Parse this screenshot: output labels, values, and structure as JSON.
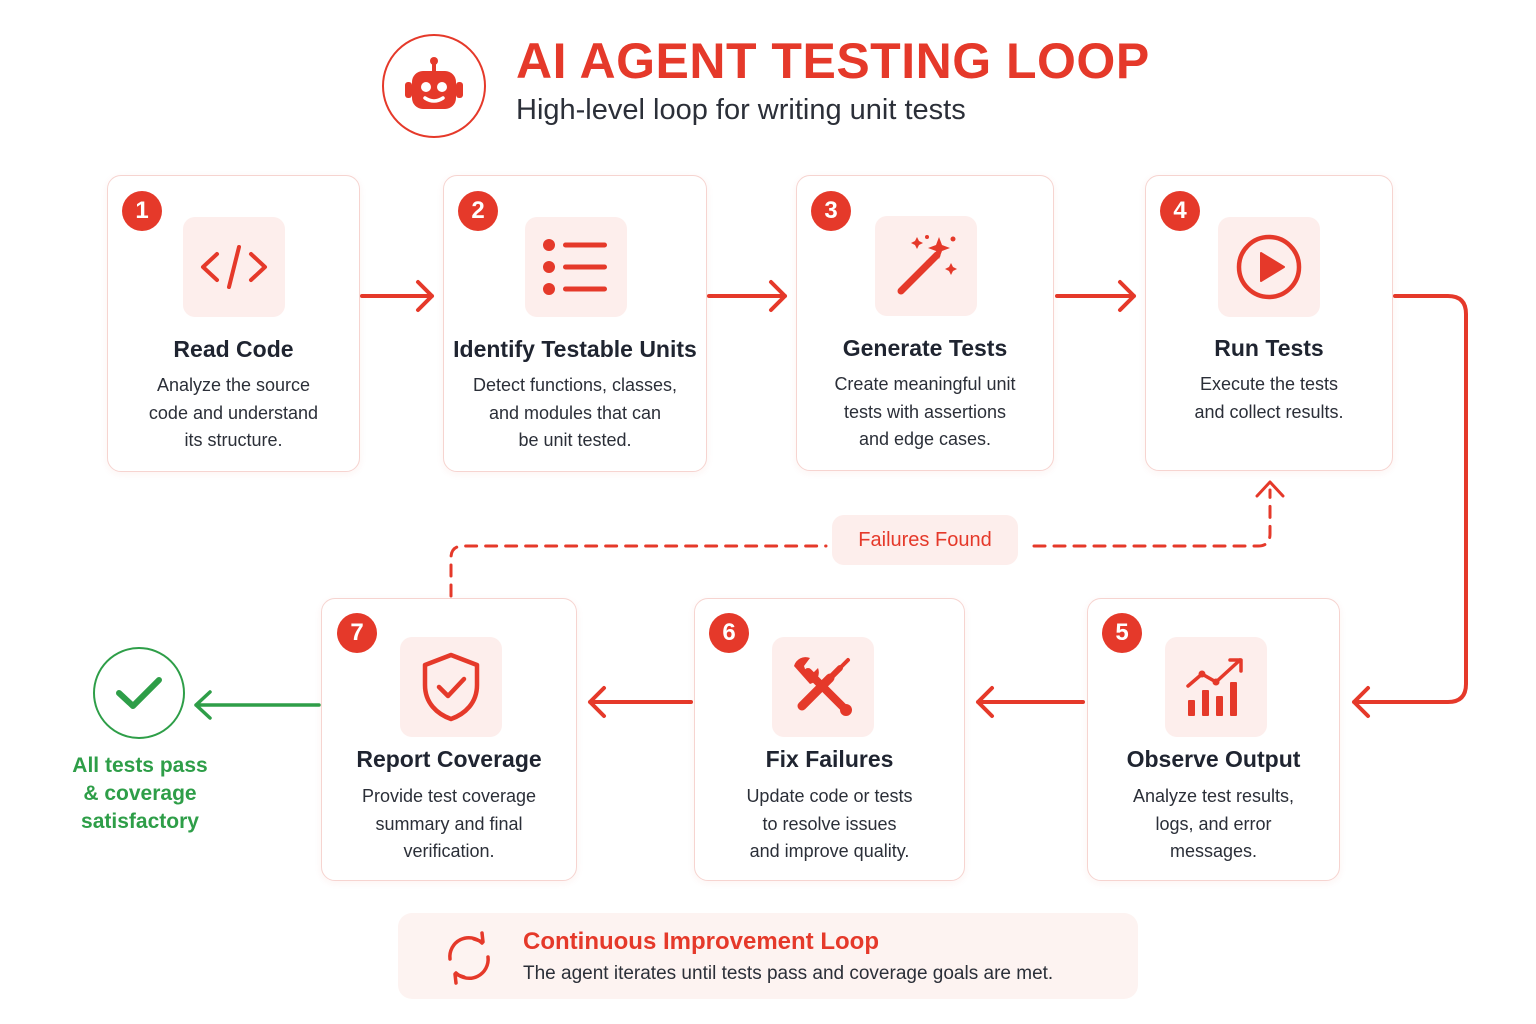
{
  "header": {
    "title": "AI AGENT TESTING LOOP",
    "subtitle": "High-level loop for writing unit tests",
    "logo_icon": "robot-icon"
  },
  "steps": [
    {
      "number": "1",
      "title": "Read Code",
      "icon": "code-icon",
      "description": [
        "Analyze the source",
        "code and understand",
        "its structure."
      ]
    },
    {
      "number": "2",
      "title": "Identify Testable Units",
      "icon": "list-icon",
      "description": [
        "Detect functions, classes,",
        "and modules that can",
        "be unit tested."
      ]
    },
    {
      "number": "3",
      "title": "Generate Tests",
      "icon": "magic-wand-icon",
      "description": [
        "Create meaningful unit",
        "tests with assertions",
        "and edge cases."
      ]
    },
    {
      "number": "4",
      "title": "Run Tests",
      "icon": "play-icon",
      "description": [
        "Execute the tests",
        "and collect results."
      ]
    },
    {
      "number": "5",
      "title": "Observe Output",
      "icon": "bar-chart-icon",
      "description": [
        "Analyze test results,",
        "logs, and error",
        "messages."
      ]
    },
    {
      "number": "6",
      "title": "Fix Failures",
      "icon": "tools-icon",
      "description": [
        "Update code or tests",
        "to resolve issues",
        "and improve quality."
      ]
    },
    {
      "number": "7",
      "title": "Report Coverage",
      "icon": "shield-check-icon",
      "description": [
        "Provide test coverage",
        "summary and final",
        "verification."
      ]
    }
  ],
  "failure_label": "Failures Found",
  "success": {
    "lines": [
      "All tests pass",
      "& coverage",
      "satisfactory"
    ],
    "icon": "checkmark-icon"
  },
  "footer": {
    "title": "Continuous Improvement Loop",
    "description": "The agent iterates until tests pass and coverage goals are met.",
    "icon": "refresh-icon"
  },
  "colors": {
    "accent": "#e5392a",
    "accent_light": "#fdeeec",
    "success": "#2e9e48",
    "text": "#1f2430"
  }
}
